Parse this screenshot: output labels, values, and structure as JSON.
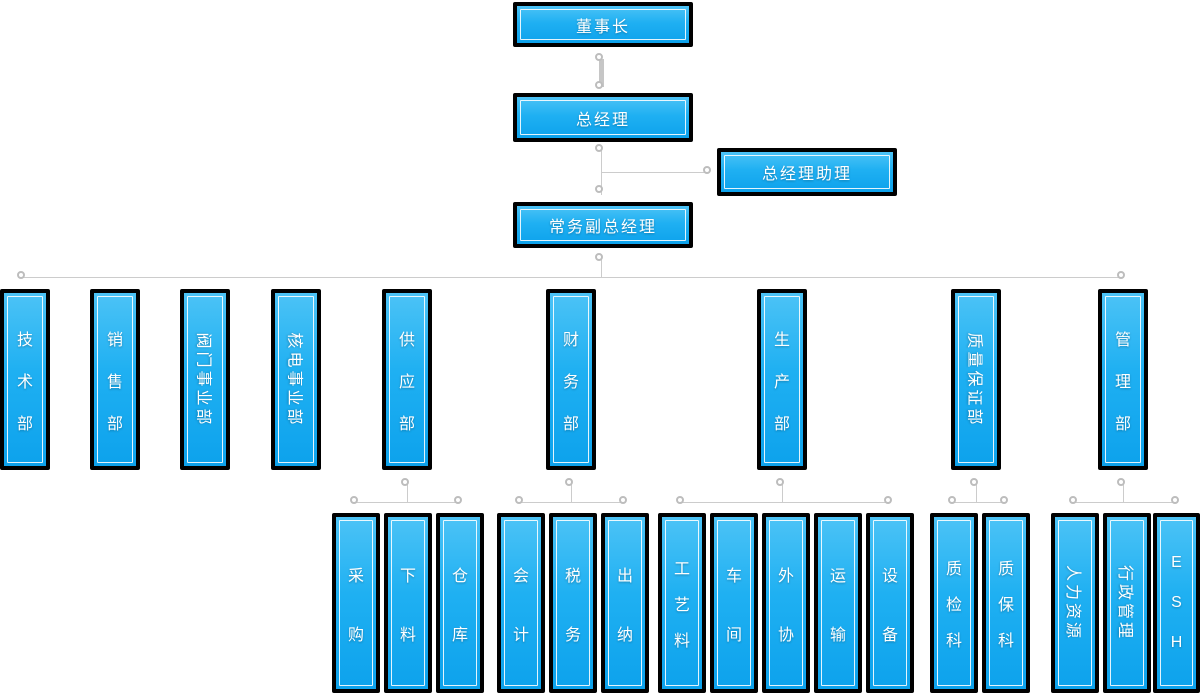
{
  "org_chart": {
    "chairman": {
      "label": "董事长"
    },
    "general_manager": {
      "label": "总经理"
    },
    "gm_assistant": {
      "label": "总经理助理"
    },
    "executive_deputy_gm": {
      "label": "常务副总经理"
    },
    "departments": [
      {
        "label": "技术部",
        "children": []
      },
      {
        "label": "销售部",
        "children": []
      },
      {
        "label": "阀门事业部",
        "children": []
      },
      {
        "label": "核电事业部",
        "children": []
      },
      {
        "label": "供应部",
        "children": [
          "采购",
          "下料",
          "仓库"
        ]
      },
      {
        "label": "财务部",
        "children": [
          "会计",
          "税务",
          "出纳"
        ]
      },
      {
        "label": "生产部",
        "children": [
          "工艺料",
          "车间",
          "外协",
          "运输",
          "设备"
        ]
      },
      {
        "label": "质量保证部",
        "children": [
          "质检科",
          "质保科"
        ]
      },
      {
        "label": "管理部",
        "children": [
          "人力资源",
          "行政管理",
          "ESH"
        ]
      }
    ],
    "colors": {
      "box_fill_top": "#4cc3f6",
      "box_fill_bottom": "#0da2ec",
      "box_border": "#000000",
      "box_inner_border": "#ffffff",
      "box_text": "#ffffff",
      "connector_line": "#cccccc",
      "connector_dot_border": "#bdbdbd",
      "background": "#ffffff"
    }
  }
}
